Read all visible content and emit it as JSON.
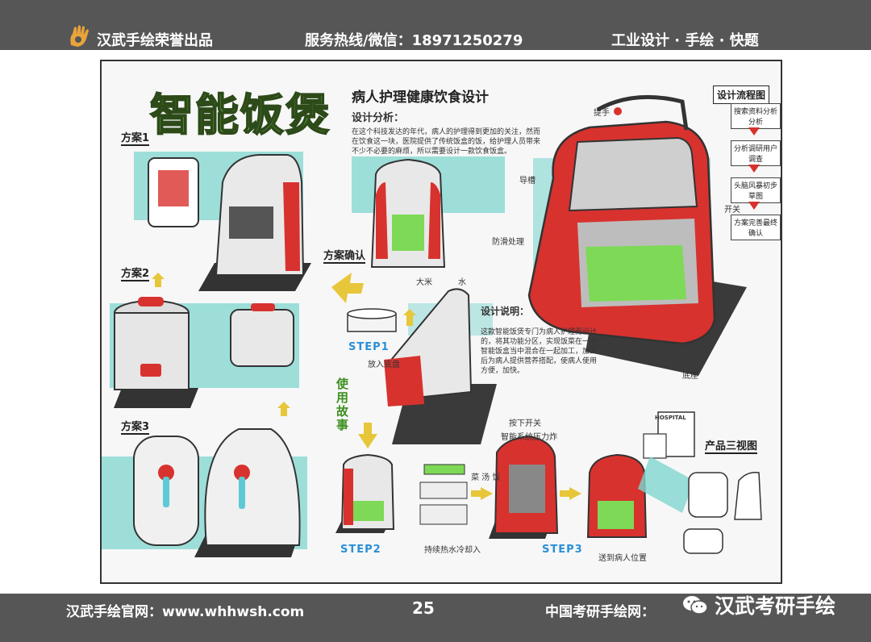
{
  "header": {
    "brand": "汉武手绘荣誉出品",
    "hotline": "服务热线/微信：18971250279",
    "tagline": "工业设计 · 手绘 · 快题"
  },
  "footer": {
    "site_label": "汉武手绘官网：www.whhwsh.com",
    "page_number": "25",
    "site2_label": "中国考研手绘网：",
    "wechat_name": "汉武考研手绘"
  },
  "board": {
    "title": "智能饭煲",
    "subtitle": "病人护理健康饮食设计",
    "analysis_heading": "设计分析：",
    "analysis_text": "在这个科技发达的年代，病人的护理得到更加的关注，然而在饮食这一块，医院提供了传统饭盒的饭，给护理人员带来不少不必要的麻烦，所以需要设计一款饮食饭盒。",
    "scheme1": "方案1",
    "scheme2": "方案2",
    "scheme3": "方案3",
    "scheme_confirm": "方案确认",
    "story_label": "使用故事",
    "step1": "STEP1",
    "step2": "STEP2",
    "step3": "STEP3",
    "design_desc_heading": "设计说明：",
    "design_desc_text": "这款智能饭煲专门为病人护理而设计的，将其功能分区，实现饭菜在一个智能饭盒当中混合在一起加工，加工后为病人提供营养搭配，使病人使用方便，加快。",
    "three_view": "产品三视图",
    "flow_title": "设计流程图",
    "flow_steps": [
      "搜索资料分析分析",
      "分析调研用户调查",
      "头脑风暴初步草图",
      "方案完善最终确认"
    ],
    "hospital": "HOSPITAL",
    "callouts": {
      "handle": "提手",
      "guide": "导槽",
      "button": "开关",
      "nonslip": "防滑处理",
      "base": "底座",
      "rice": "大米",
      "water": "水",
      "add": "放入底盘",
      "dishes": "菜  汤  饭",
      "clip": "按下开关",
      "smart": "智能系统压力炸",
      "serve": "持续热水冷却入",
      "deliver": "送到病人位置"
    }
  },
  "colors": {
    "bar_bg": "#565656",
    "accent_red": "#d8322e",
    "accent_green": "#7ed957",
    "accent_teal": "#7fd6cf",
    "accent_yellow": "#e8c63a"
  },
  "icons": [
    "hand-logo-icon",
    "wechat-icon"
  ]
}
